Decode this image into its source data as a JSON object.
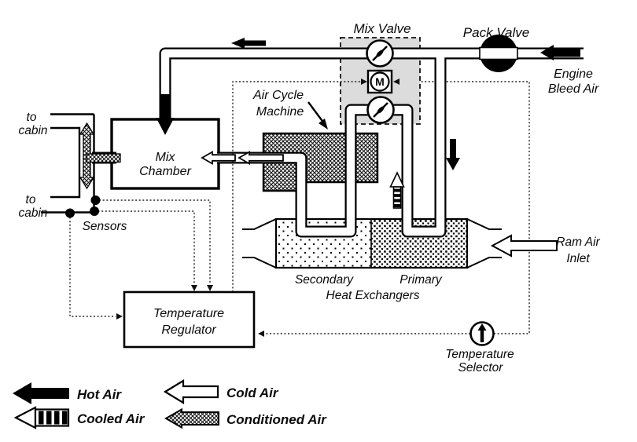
{
  "diagram": {
    "labels": {
      "mix_valve": "Mix Valve",
      "pack_valve": "Pack Valve",
      "engine_bleed_air": [
        "Engine",
        "Bleed Air"
      ],
      "air_cycle_machine": [
        "Air Cycle",
        "Machine"
      ],
      "mix_chamber": [
        "Mix",
        "Chamber"
      ],
      "to_cabin_top": [
        "to",
        "cabin"
      ],
      "to_cabin_bottom": [
        "to",
        "cabin"
      ],
      "sensors": "Sensors",
      "secondary": "Secondary",
      "primary": "Primary",
      "heat_exchangers": "Heat Exchangers",
      "ram_air_inlet": [
        "Ram Air",
        "Inlet"
      ],
      "temperature_regulator": [
        "Temperature",
        "Regulator"
      ],
      "temperature_selector": [
        "Temperature",
        "Selector"
      ],
      "motor": "M"
    },
    "legend": {
      "hot_air": "Hot Air",
      "cold_air": "Cold Air",
      "cooled_air": "Cooled Air",
      "conditioned_air": "Conditioned Air"
    },
    "colors": {
      "line": "#000000",
      "background": "#ffffff",
      "mix_valve_box_fill": "#dcdcdc"
    }
  }
}
